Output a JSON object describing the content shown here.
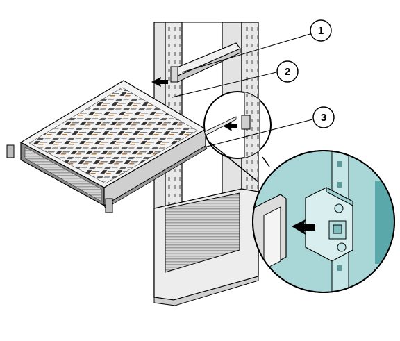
{
  "callouts": [
    {
      "number": "1"
    },
    {
      "number": "2"
    },
    {
      "number": "3"
    }
  ],
  "colors": {
    "line": "#000000",
    "rack": "#e8e8e8",
    "rack_shadow": "#bdbdbd",
    "server_top": "#f2f2f2",
    "server_front": "#8a8a8a",
    "detail_bg": "#a9d7d8",
    "detail_dark": "#5aa8aa",
    "detail_post": "#c5e6e6",
    "arrow": "#000000"
  },
  "icons": [
    "arrow-icon",
    "rail-bracket-icon",
    "magnifier-circle-icon"
  ]
}
